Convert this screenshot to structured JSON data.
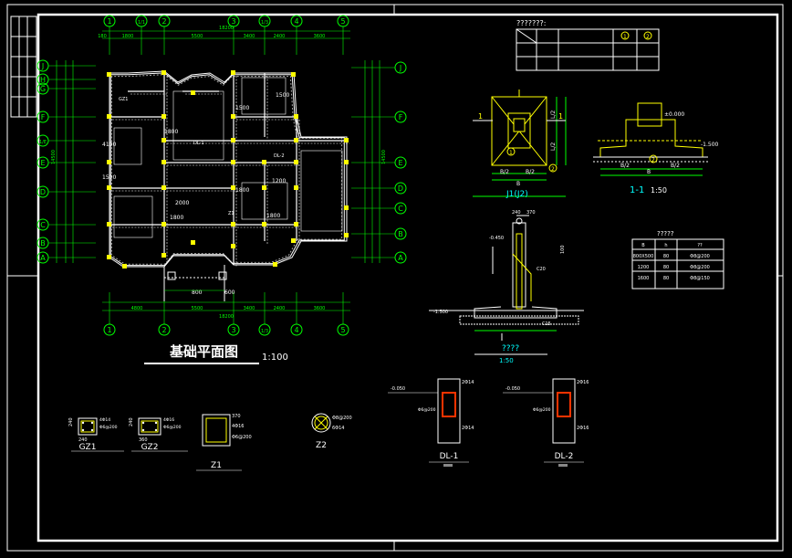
{
  "colors": {
    "background": "#000000",
    "frame": "#ffffff",
    "dimension": "#00ff00",
    "wall": "#ffffff",
    "column": "#ffff00",
    "grid_axis": "#00ff00",
    "section_title": "#00ffff",
    "beam_red": "#ff3300",
    "label_text": "#ffffff"
  },
  "main_plan": {
    "title": "基础平面图",
    "scale": "1:100",
    "axes_top": [
      "1",
      "1/1",
      "2",
      "3",
      "1/3",
      "4",
      "5"
    ],
    "axes_bottom": [
      "1",
      "2",
      "3",
      "1/3",
      "4",
      "5"
    ],
    "axes_left": [
      "J",
      "H",
      "G",
      "F",
      "1/E",
      "E",
      "D",
      "C",
      "B",
      "A"
    ],
    "axes_right": [
      "J",
      "F",
      "E",
      "D",
      "C",
      "B",
      "A"
    ],
    "dim_top": [
      "180",
      "1800",
      "5500",
      "3400",
      "2400",
      "3600"
    ],
    "dim_bottom": [
      "4800",
      "5500",
      "3400",
      "2400",
      "3600"
    ],
    "total_top": "18200",
    "total_bottom": "18200",
    "dim_left_total": "14500",
    "dim_right_total": "14500",
    "labels": [
      "1500",
      "1800",
      "1800",
      "1500",
      "2000",
      "1800",
      "1200",
      "4100",
      "800",
      "600",
      "1500",
      "1800"
    ],
    "notes": [
      "DL-1",
      "DL-2",
      "GZ1",
      "Z1"
    ]
  },
  "legend_table": {
    "title": "???????:",
    "circles": [
      "1",
      "2"
    ]
  },
  "section_j1": {
    "title": "J1(J2)",
    "labels": [
      "1",
      "1",
      "B/2",
      "B/2",
      "B",
      "L/2",
      "L/2",
      "1",
      "2"
    ]
  },
  "section_11": {
    "title": "1-1",
    "scale": "1:50",
    "labels": [
      "±0.000",
      "-1.500",
      "B/2",
      "B/2",
      "B",
      "2"
    ]
  },
  "foundation_table": {
    "title": "?????",
    "headers": [
      "B",
      "h",
      "??"
    ],
    "rows": [
      [
        "800X500",
        "80",
        "Φ8@200"
      ],
      [
        "1200",
        "80",
        "Φ8@200"
      ],
      [
        "1600",
        "80",
        "Φ8@150"
      ]
    ]
  },
  "wall_section": {
    "title": "????",
    "scale": "1:50",
    "labels": [
      "240",
      "370",
      "-1.500",
      "-0.450",
      "C20",
      "C15",
      "100"
    ]
  },
  "details": [
    {
      "name": "GZ1",
      "labels": [
        "240",
        "240",
        "4Φ14",
        "Φ6@200"
      ]
    },
    {
      "name": "GZ2",
      "labels": [
        "240",
        "360",
        "4Φ16",
        "Φ6@200"
      ]
    },
    {
      "name": "Z1",
      "labels": [
        "370",
        "4Φ16",
        "Φ6@200"
      ]
    },
    {
      "name": "Z2",
      "labels": [
        "Φ8@200",
        "6Φ14"
      ]
    },
    {
      "name": "DL-1",
      "labels": [
        "-0.050",
        "2Φ14",
        "2Φ14",
        "Φ6@200"
      ]
    },
    {
      "name": "DL-2",
      "labels": [
        "-0.050",
        "2Φ16",
        "2Φ16",
        "Φ6@200"
      ]
    }
  ]
}
